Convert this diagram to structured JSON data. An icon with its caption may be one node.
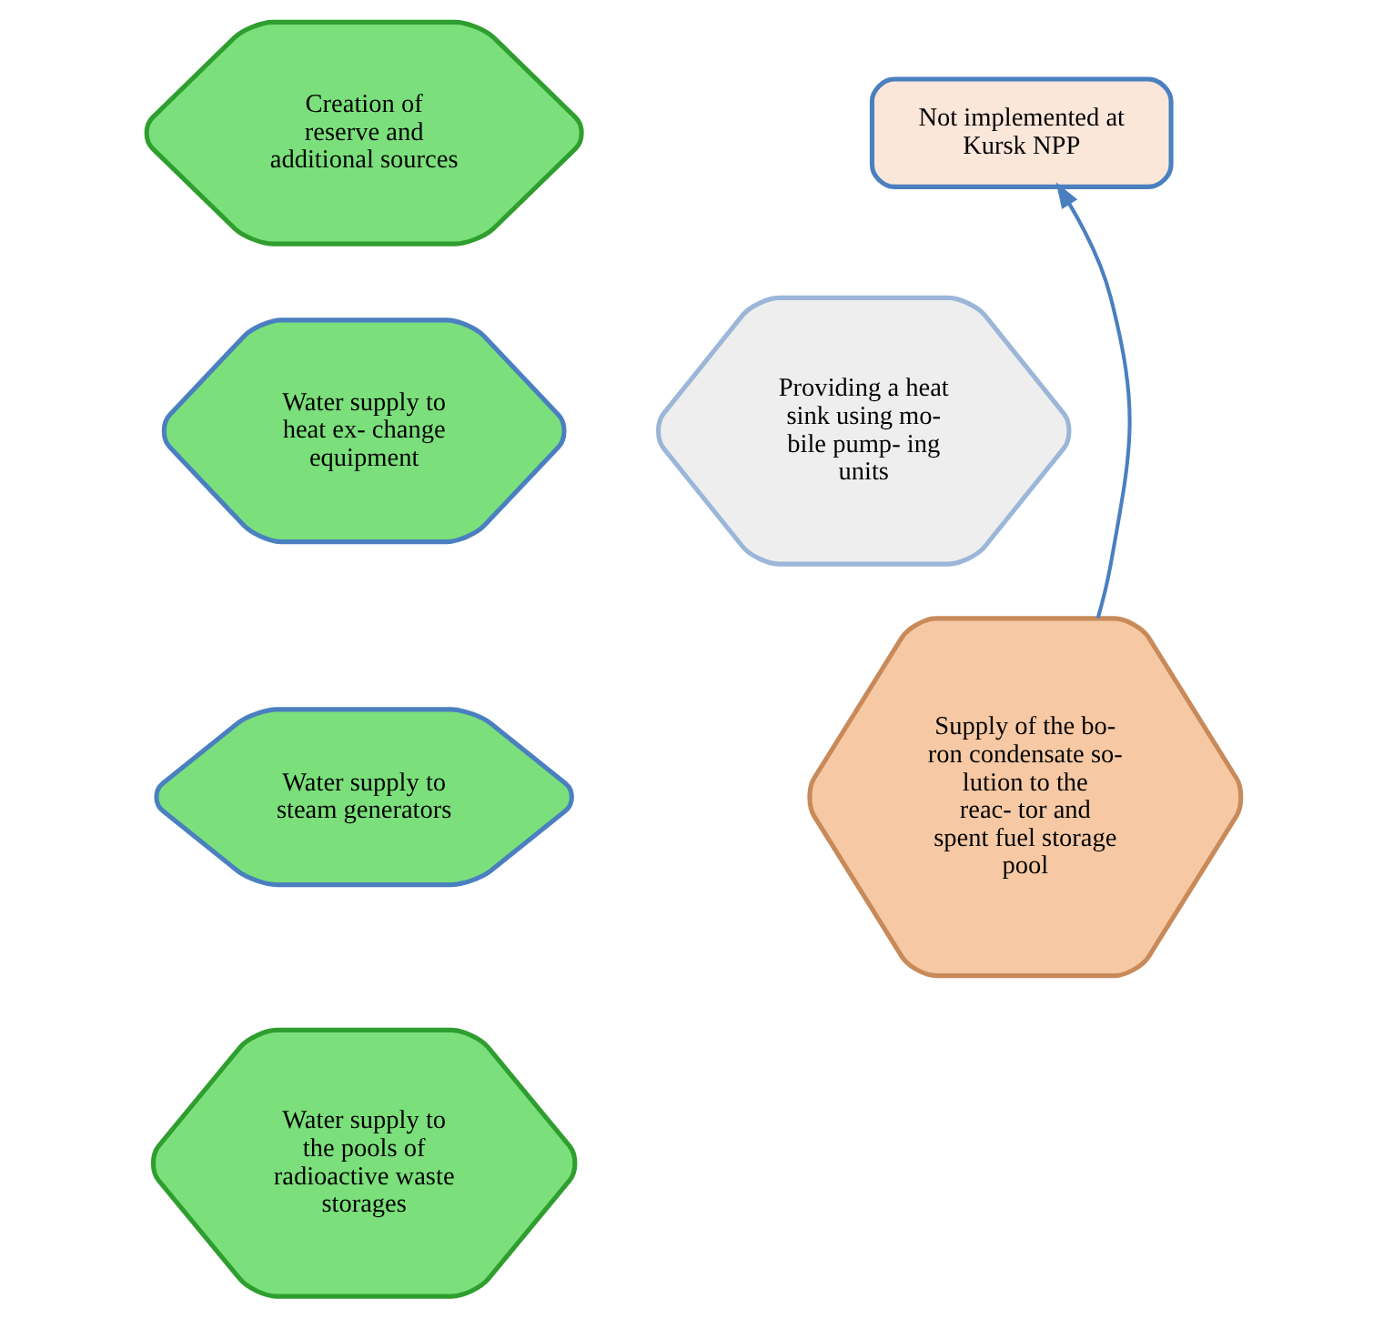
{
  "diagram": {
    "nodes": [
      {
        "text": [
          "Creation of reserve and additional sources"
        ]
      },
      {
        "text": [
          "Water supply to heat ex- change equipment"
        ]
      },
      {
        "text": [
          "Not implemented at Kursk NPP"
        ]
      },
      {
        "text": [
          "Providing a heat sink using mo- bile pump- ing units"
        ]
      },
      {
        "text": [
          "Supply of the bo- ron condensate so- lution to the reac- tor and spent fuel storage pool"
        ]
      },
      {
        "text": [
          "Water supply to steam generators"
        ]
      },
      {
        "text": [
          "Water supply to the pools of radioactive waste storages"
        ]
      }
    ],
    "edges": [
      {
        "from": 4,
        "to": 2,
        "arrow": "to"
      }
    ]
  }
}
